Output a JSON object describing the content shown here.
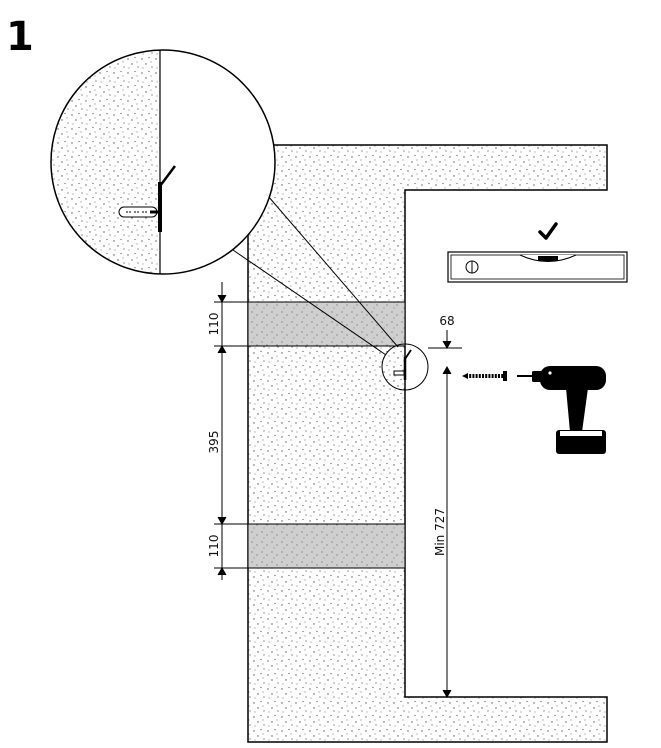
{
  "step": {
    "number": "1"
  },
  "dimensions": {
    "batten_top_height": "110",
    "batten_spacing": "395",
    "batten_bottom_height": "110",
    "bracket_offset": "68",
    "min_height": "Min 727"
  },
  "icons": [
    "check-mark-icon",
    "spirit-level-icon",
    "screw-icon",
    "drill-icon",
    "wall-plug-icon",
    "bracket-icon"
  ],
  "colors": {
    "ink": "#000000",
    "wall_fill": "#ffffff",
    "stipple": "#555555",
    "batten_fill": "#cfcfcf"
  }
}
